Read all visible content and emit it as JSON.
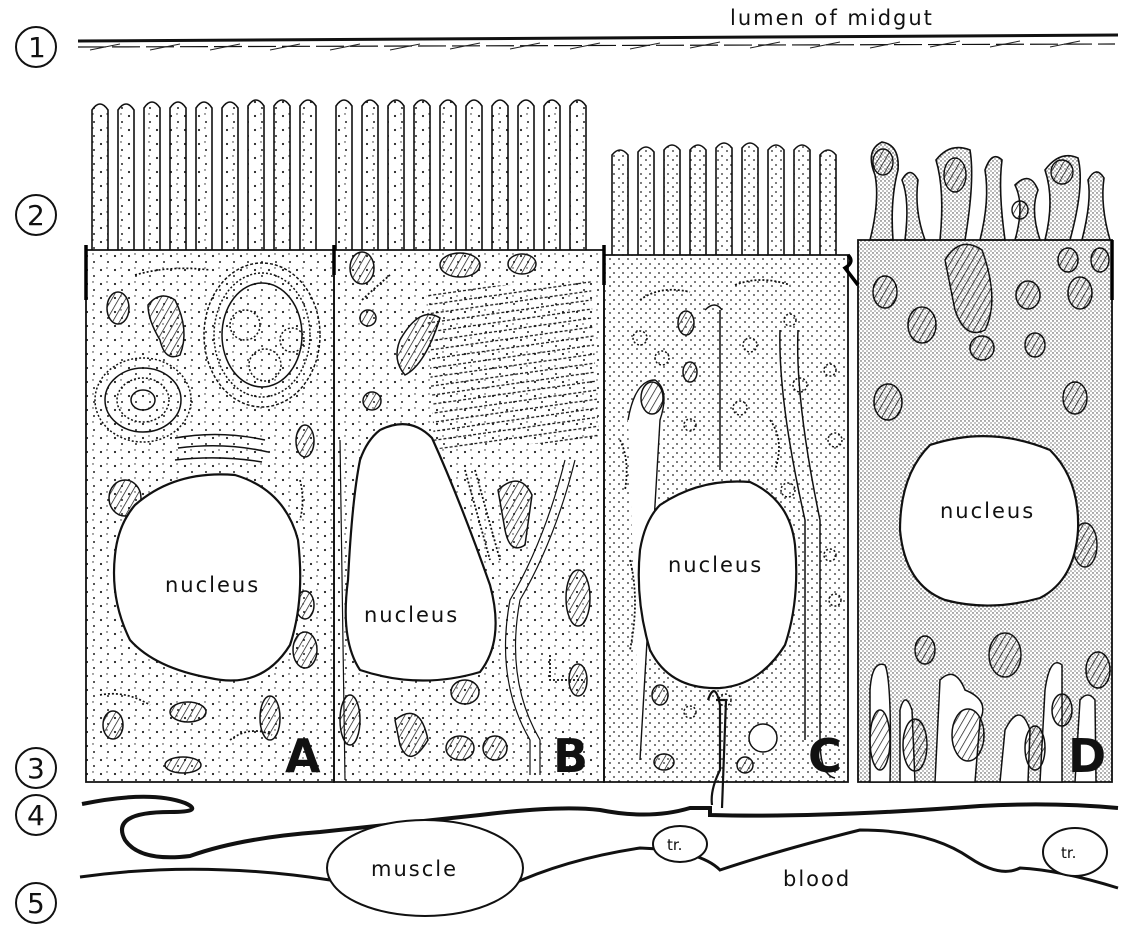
{
  "labels": {
    "lumen": "lumen  of  midgut",
    "nucleus": "nucleus",
    "muscle": "muscle",
    "blood": "blood",
    "trachea": "tr."
  },
  "cells": [
    "A",
    "B",
    "C",
    "D"
  ],
  "layers": [
    "1",
    "2",
    "3",
    "4",
    "5"
  ]
}
